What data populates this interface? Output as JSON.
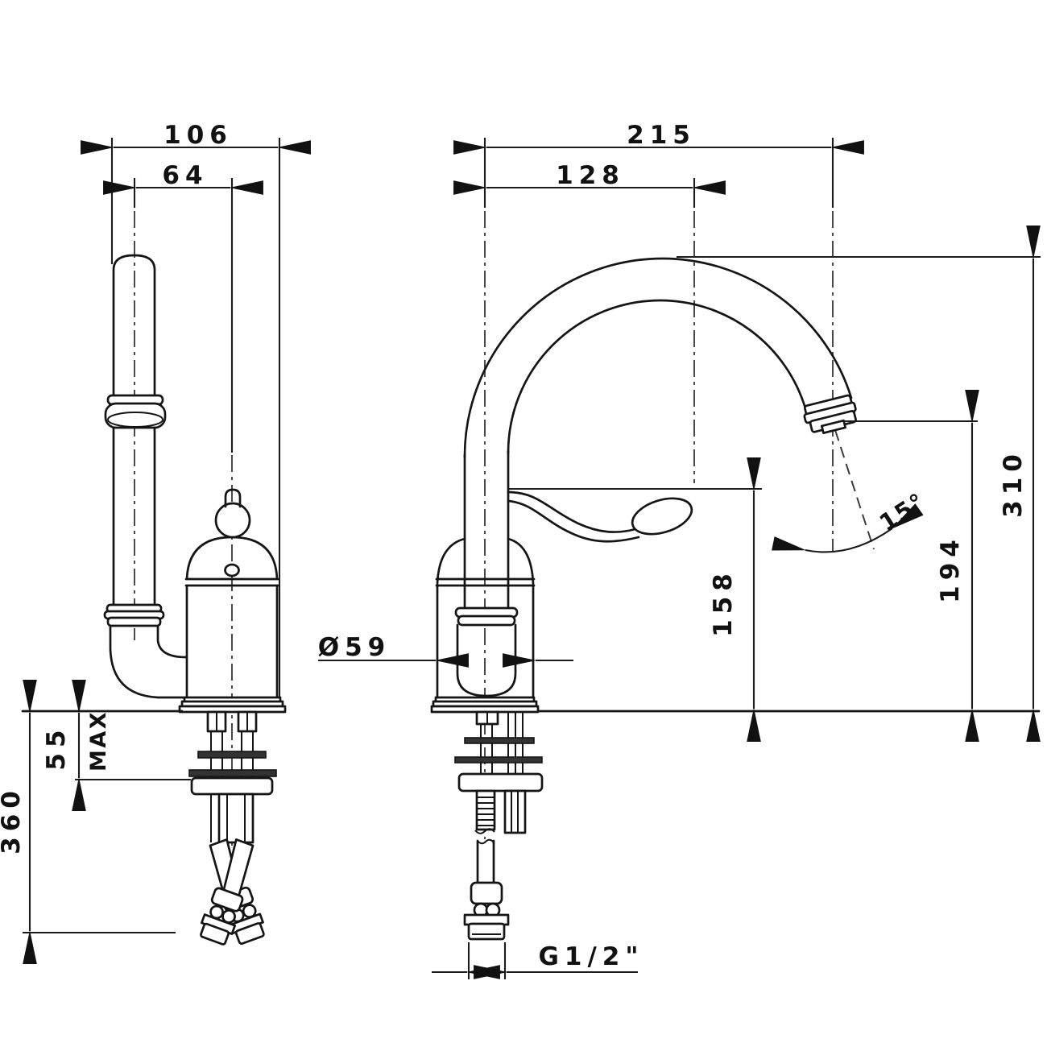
{
  "page": {
    "background": "#ffffff",
    "ink": "#151515"
  },
  "drawing": {
    "labels": {
      "dim_106": "106",
      "dim_64": "64",
      "dim_215": "215",
      "dim_128": "128",
      "dim_310": "310",
      "dim_194": "194",
      "dim_158": "158",
      "angle_15": "15°",
      "dia_59": "Ø59",
      "dim_55": "55",
      "max": "MAX",
      "dim_360": "360",
      "thread": "G1/2\""
    }
  }
}
